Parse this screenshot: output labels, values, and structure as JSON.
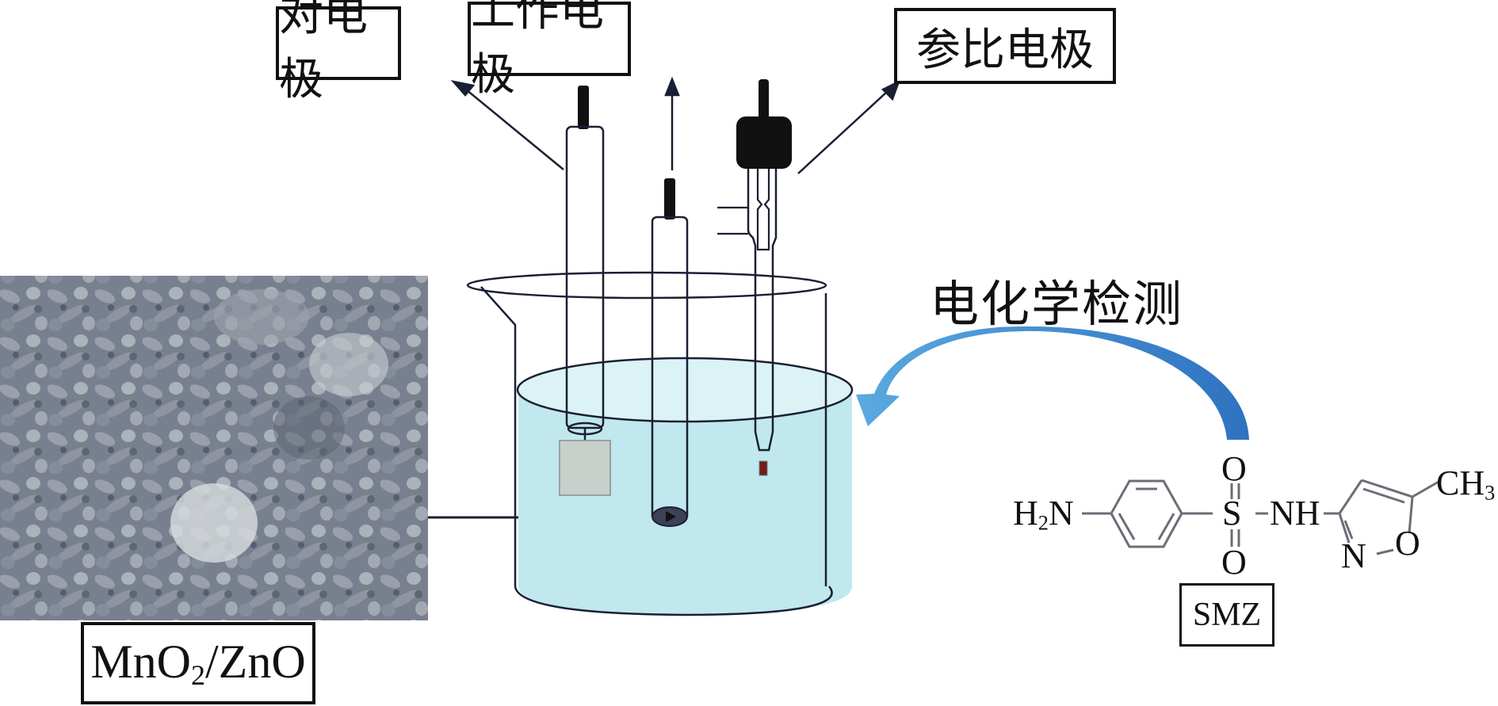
{
  "labels": {
    "counter_electrode": "对电极",
    "working_electrode": "工作电极",
    "reference_electrode": "参比电极",
    "electrochemical_detection": "电化学检测",
    "material_main": "MnO",
    "material_sub": "2",
    "material_rest": "/ZnO",
    "analyte_name": "SMZ"
  },
  "molecule": {
    "amine_h": "H",
    "amine_sub": "2",
    "amine_n": "N",
    "sulfur": "S",
    "oxygen_top": "O",
    "oxygen_bottom": "O",
    "nh": "NH",
    "ring_n": "N",
    "ring_o": "O",
    "methyl_c": "CH",
    "methyl_sub": "3"
  },
  "colors": {
    "solution_fill": "#c0e8ee",
    "solution_surface": "#dcf3f5",
    "arrow_blue_light": "#5aa9e0",
    "arrow_blue_dark": "#2f72c0",
    "outline": "#1b1f33",
    "counter_plate": "#c9cfcb",
    "reference_tip": "#7a1a10"
  }
}
